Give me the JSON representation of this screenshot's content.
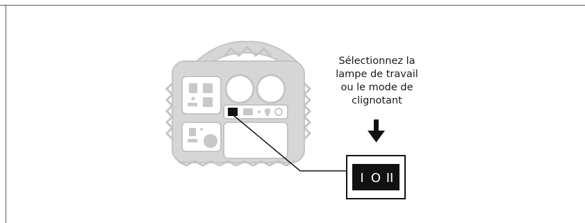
{
  "callout": {
    "lines": [
      "Sélectionnez la",
      "lampe de travail",
      "ou le mode de",
      "clignotant"
    ]
  },
  "switch": {
    "positions": [
      "I",
      "O",
      "II"
    ]
  },
  "colors": {
    "device_gray": "#d6d6d6",
    "device_dark": "#bdbdbd",
    "ink": "#111111"
  }
}
